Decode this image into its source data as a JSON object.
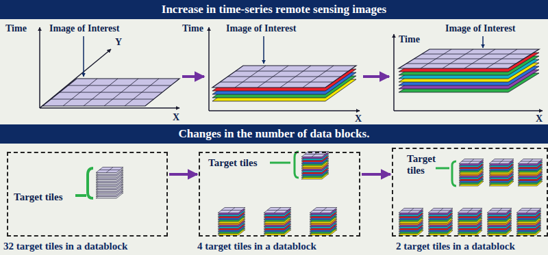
{
  "diagram": {
    "nodes": [
      {
        "text": [
          "Increase in time-series remote sensing images"
        ]
      },
      {
        "text": [
          "Changes in the number of data blocks."
        ]
      },
      {
        "text": [
          "Target tiles"
        ]
      },
      {
        "text": [
          "Target tiles"
        ]
      },
      {
        "text": [
          "Target tiles"
        ]
      }
    ],
    "edges": [
      {
        "from": 2,
        "to": 3,
        "arrow": "to"
      },
      {
        "from": 3,
        "to": 4,
        "arrow": "to"
      }
    ],
    "labels": [
      "Time",
      "Image of Interest",
      "Y",
      "X",
      "Time",
      "Image of Interest",
      "X",
      "Time",
      "Image of Interest",
      "X",
      "32 target tiles in a datablock",
      "4 target tiles in a datablock",
      "2 target tiles in a datablock"
    ]
  }
}
